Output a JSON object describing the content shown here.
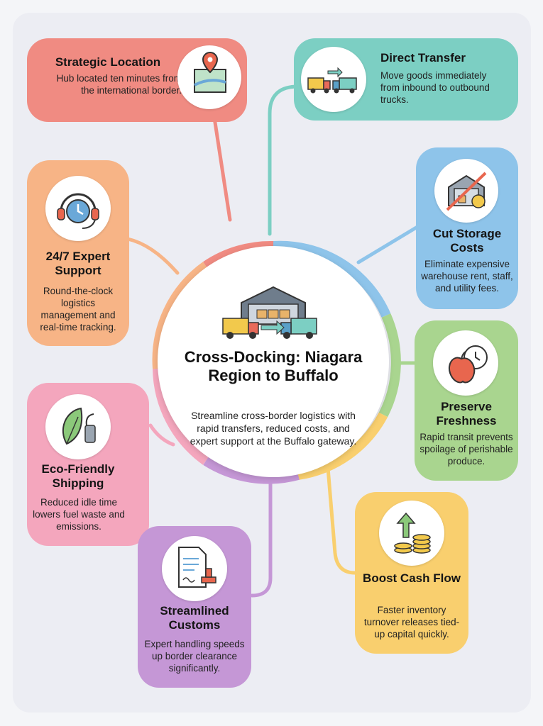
{
  "center": {
    "title": "Cross-Docking: Niagara Region to Buffalo",
    "description": "Streamline cross-border logistics with rapid transfers, reduced costs, and expert support at the Buffalo gateway."
  },
  "cards": {
    "strategic_location": {
      "title": "Strategic Location",
      "description": "Hub located ten minutes from the international border.",
      "color": "#f08b82",
      "icon": "map-pin-icon"
    },
    "direct_transfer": {
      "title": "Direct Transfer",
      "description": "Move goods immediately from inbound to outbound trucks.",
      "color": "#7ccfc3",
      "icon": "trucks-transfer-icon"
    },
    "expert_support": {
      "title": "24/7 Expert Support",
      "description": "Round-the-clock logistics management and real-time tracking.",
      "color": "#f7b486",
      "icon": "headset-clock-icon"
    },
    "storage_costs": {
      "title": "Cut Storage Costs",
      "description": "Eliminate expensive warehouse rent, staff, and utility fees.",
      "color": "#8ec4ea",
      "icon": "no-warehouse-icon"
    },
    "freshness": {
      "title": "Preserve Freshness",
      "description": "Rapid transit prevents spoilage of perishable produce.",
      "color": "#a9d58f",
      "icon": "apple-clock-icon"
    },
    "eco": {
      "title": "Eco-Friendly Shipping",
      "description": "Reduced idle time lowers fuel waste and emissions.",
      "color": "#f4a6bd",
      "icon": "leaf-fuel-icon"
    },
    "cash_flow": {
      "title": "Boost Cash Flow",
      "description": "Faster inventory turnover releases tied-up capital quickly.",
      "color": "#f9cf6e",
      "icon": "coins-arrow-icon"
    },
    "customs": {
      "title": "Streamlined Customs",
      "description": "Expert handling speeds up border clearance significantly.",
      "color": "#c597d6",
      "icon": "document-stamp-icon"
    }
  }
}
